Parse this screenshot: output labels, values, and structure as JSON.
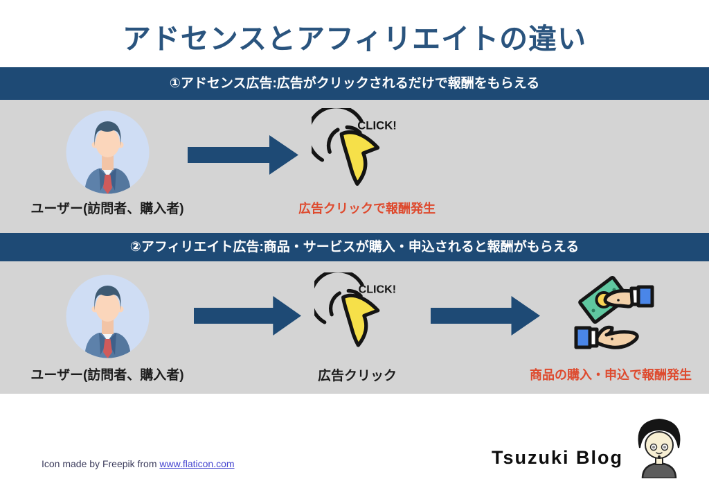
{
  "title": "アドセンスとアフィリエイトの違い",
  "palette": {
    "navy": "#1e4a75",
    "title_navy": "#2a547e",
    "panel_gray": "#d4d4d4",
    "accent_red": "#de4a2e",
    "cursor_yellow": "#f6e049",
    "link_blue": "#4545cf"
  },
  "section1": {
    "header": "①アドセンス広告:広告がクリックされるだけで報酬をもらえる",
    "user_label": "ユーザー(訪問者、購入者)",
    "click_icon_text": "CLICK!",
    "result_label": "広告クリックで報酬発生"
  },
  "section2": {
    "header": "②アフィリエイト広告:商品・サービスが購入・申込されると報酬がもらえる",
    "user_label": "ユーザー(訪問者、購入者)",
    "click_icon_text": "CLICK!",
    "click_label": "広告クリック",
    "result_label": "商品の購入・申込で報酬発生"
  },
  "footer": {
    "attribution_prefix": "Icon made by Freepik from ",
    "attribution_link": "www.flaticon.com",
    "blog_name": "Tsuzuki Blog"
  }
}
